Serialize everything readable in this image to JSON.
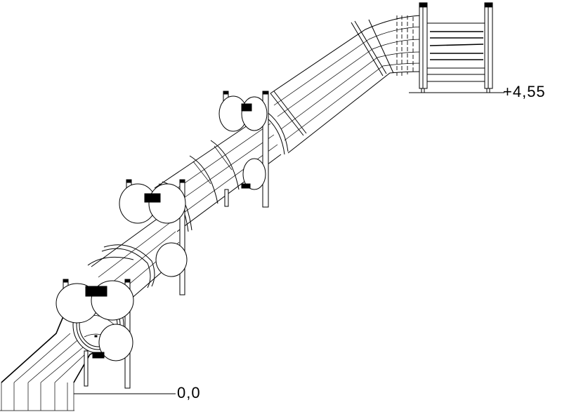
{
  "drawing": {
    "subject": "tube slide elevation",
    "line_color": "#000000",
    "background": "#ffffff"
  },
  "elevations": {
    "top": {
      "label": "+4,55"
    },
    "bottom": {
      "label": "0,0"
    }
  }
}
